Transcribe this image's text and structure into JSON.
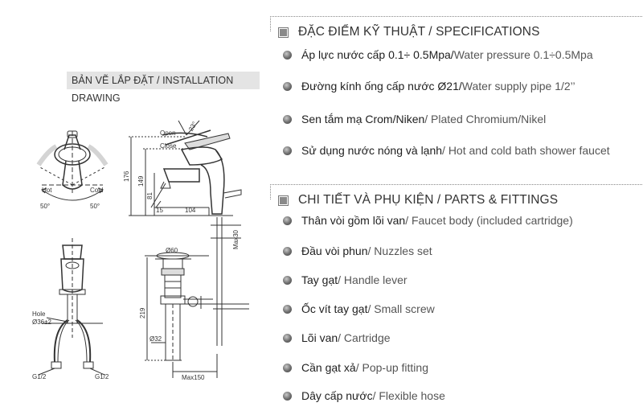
{
  "drawing": {
    "title": "BẢN VẼ LẮP ĐẶT / INSTALLATION DRAWING",
    "labels": {
      "hot": "Hot",
      "cold": "Cold",
      "angle_left": "50°",
      "angle_right": "50°",
      "open": "Open",
      "close": "Close",
      "angle_top": "23°",
      "dim_176": "176",
      "dim_149": "149",
      "dim_81": "81",
      "dim_15": "15",
      "dim_104": "104",
      "dim_max30": "Max30",
      "dim_60": "Ø60",
      "dim_219": "219",
      "dim_32": "Ø32",
      "dim_max150": "Max150",
      "hole_label": "Hole",
      "hole_dim": "Ø36±2",
      "g_left": "G1/2",
      "g_right": "G1/2"
    }
  },
  "specifications": {
    "title": "ĐẶC ĐIỂM KỸ THUẬT / SPECIFICATIONS",
    "items": [
      {
        "vi": "Áp lực nước cấp 0.1÷ 0.5Mpa/",
        "en": " Water pressure 0.1÷0.5Mpa"
      },
      {
        "vi": "Đường kính ống cấp nước Ø21/",
        "en": " Water supply pipe 1/2’’"
      },
      {
        "vi": "Sen tắm mạ Crom/Niken",
        "en": " / Plated Chromium/Nikel"
      },
      {
        "vi": "Sử dụng nước nóng và lạnh",
        "en": " / Hot and cold bath shower faucet"
      }
    ]
  },
  "parts": {
    "title": "CHI TIẾT VÀ PHỤ KIỆN / PARTS & FITTINGS",
    "items": [
      {
        "vi": "Thân vòi gồm lõi van",
        "en": " / Faucet body (included cartridge)"
      },
      {
        "vi": "Đầu vòi phun",
        "en": " / Nuzzles set"
      },
      {
        "vi": "Tay gạt",
        "en": " / Handle lever"
      },
      {
        "vi": "Ốc vít tay gạt",
        "en": " / Small screw"
      },
      {
        "vi": "Lõi van",
        "en": " / Cartridge"
      },
      {
        "vi": "Cần gạt xả",
        "en": " / Pop-up fitting"
      },
      {
        "vi": "Dây cấp nước",
        "en": " / Flexible hose"
      }
    ]
  }
}
